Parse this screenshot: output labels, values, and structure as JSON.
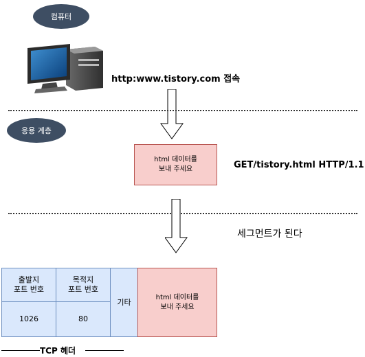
{
  "top": {
    "computer_pill": "컴퓨터",
    "request_label": "http:www.tistory.com 접속"
  },
  "app_layer": {
    "pill": "응용 계층",
    "data_box": "html 데이터를\n보내 주세요",
    "request_line": "GET/tistory.html HTTP/1.1"
  },
  "transport": {
    "segment_label": "세그먼트가 된다",
    "header_table": {
      "src_port_header": "출발지\n포트 번호",
      "dst_port_header": "목적지\n포트 번호",
      "src_port_value": "1026",
      "dst_port_value": "80",
      "other": "기타",
      "payload": "html 데이터를\n보내 주세요"
    },
    "tcp_header_caption": "TCP 헤더"
  },
  "colors": {
    "pill": "#3e4e63",
    "pink_fill": "#f8cecc",
    "pink_stroke": "#b85450",
    "blue_fill": "#dae8fc",
    "blue_stroke": "#6c8ebf"
  }
}
